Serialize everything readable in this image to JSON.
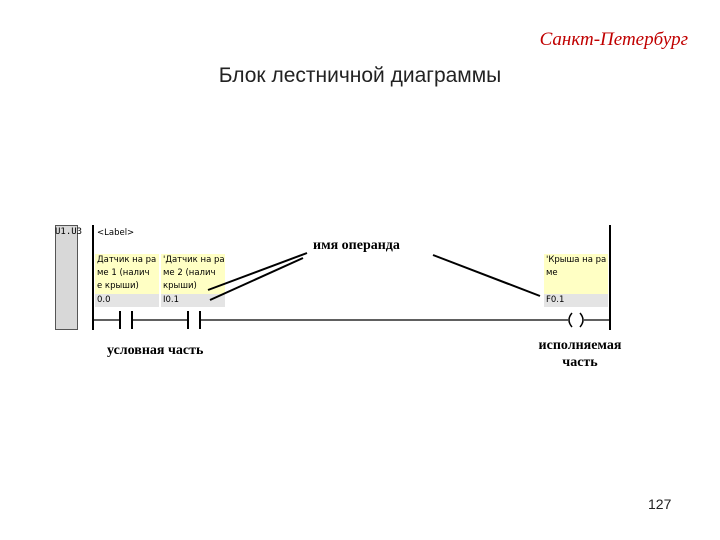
{
  "header": {
    "city": "Санкт-Петербург",
    "title": "Блок лестничной диаграммы"
  },
  "ladder": {
    "rung_id": "U1.U3",
    "label_tag": "<Label>",
    "contact1": {
      "comment": [
        "Датчик на ра",
        "ме 1 (налич",
        "е крыши)"
      ],
      "operand": "0.0"
    },
    "contact2": {
      "comment": [
        "'Датчик на ра",
        "ме 2 (налич",
        "крыши)"
      ],
      "operand": "I0.1"
    },
    "coil": {
      "comment": [
        "'Крыша на ра",
        "ме"
      ],
      "operand": "F0.1",
      "symbol": "( )"
    }
  },
  "annotations": {
    "operand_name": "имя операнда",
    "conditional_part": "условная часть",
    "executive_part_line1": "исполняемая",
    "executive_part_line2": "часть"
  },
  "footer": {
    "page_number": "127"
  }
}
